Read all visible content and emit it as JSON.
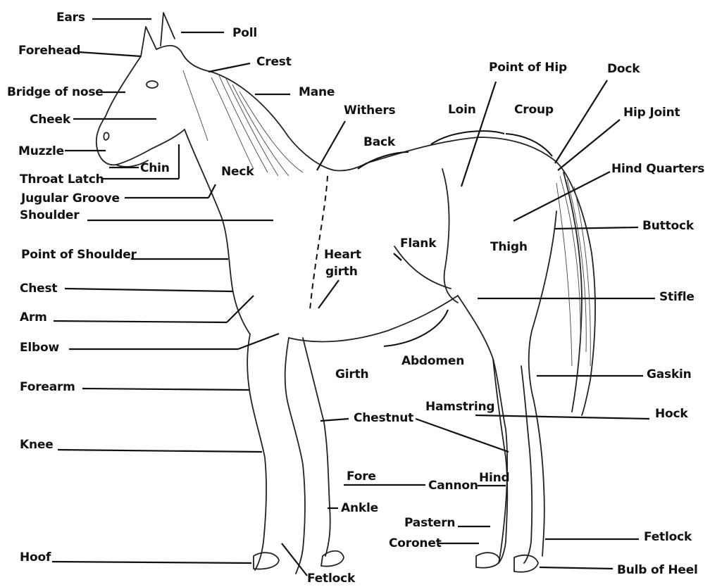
{
  "labels": {
    "ears": "Ears",
    "poll": "Poll",
    "forehead": "Forehead",
    "crest": "Crest",
    "bridge_of_nose": "Bridge of nose",
    "mane": "Mane",
    "cheek": "Cheek",
    "withers": "Withers",
    "point_of_hip": "Point of Hip",
    "dock": "Dock",
    "loin": "Loin",
    "croup": "Croup",
    "hip_joint": "Hip Joint",
    "back": "Back",
    "muzzle": "Muzzle",
    "chin": "Chin",
    "neck": "Neck",
    "hind_quarters": "Hind Quarters",
    "throat_latch": "Throat Latch",
    "jugular_groove": "Jugular Groove",
    "shoulder": "Shoulder",
    "buttock": "Buttock",
    "flank": "Flank",
    "thigh": "Thigh",
    "point_of_shoulder": "Point of Shoulder",
    "heart": "Heart",
    "girth_heart": "girth",
    "chest": "Chest",
    "stifle": "Stifle",
    "arm": "Arm",
    "elbow": "Elbow",
    "abdomen": "Abdomen",
    "gaskin": "Gaskin",
    "girth": "Girth",
    "forearm": "Forearm",
    "hamstring": "Hamstring",
    "hock": "Hock",
    "chestnut": "Chestnut",
    "knee": "Knee",
    "fore": "Fore",
    "hind": "Hind",
    "cannon": "Cannon",
    "ankle": "Ankle",
    "pastern": "Pastern",
    "fetlock_right": "Fetlock",
    "coronet": "Coronet",
    "hoof": "Hoof",
    "bulb_of_heel": "Bulb of Heel",
    "fetlock_bottom": "Fetlock"
  }
}
